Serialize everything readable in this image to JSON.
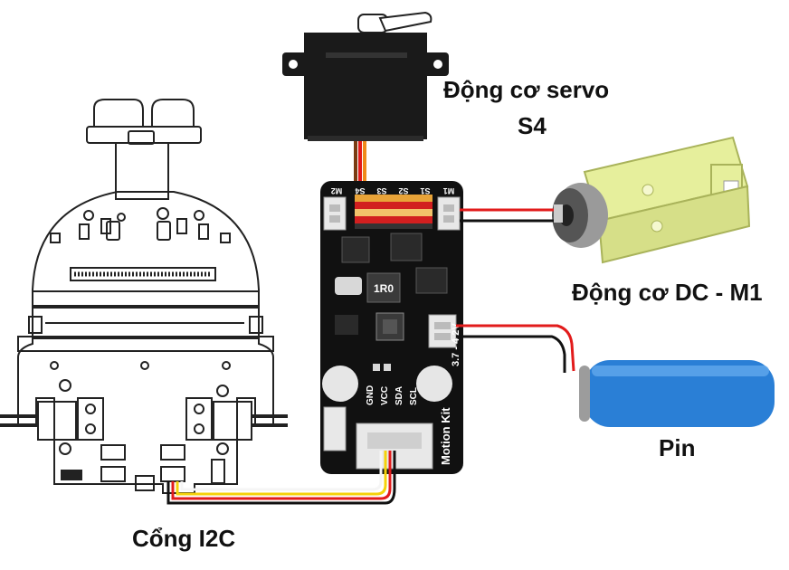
{
  "labels": {
    "servo_line1": "Động cơ servo",
    "servo_line2": "S4",
    "dc_motor": "Động cơ DC - M1",
    "battery": "Pin",
    "i2c_port": "Cổng I2C"
  },
  "board": {
    "header_pins": [
      "M2",
      "S4",
      "S3",
      "S2",
      "S1",
      "M1"
    ],
    "resistor_label": "1R0",
    "bottom_pins": [
      "GND",
      "VCC",
      "SDA",
      "SCL"
    ],
    "voltage_label": "3.7 - 4.2V",
    "brand": "Motion Kit"
  },
  "colors": {
    "board": "#111111",
    "battery": "#2a7fd6",
    "dc_motor_body": "#e6ef9c",
    "wire_red": "#e21b1b",
    "wire_black": "#111111",
    "wire_yellow": "#f5d20a",
    "wire_orange": "#f08a1a",
    "wire_brown": "#7a3b12"
  }
}
